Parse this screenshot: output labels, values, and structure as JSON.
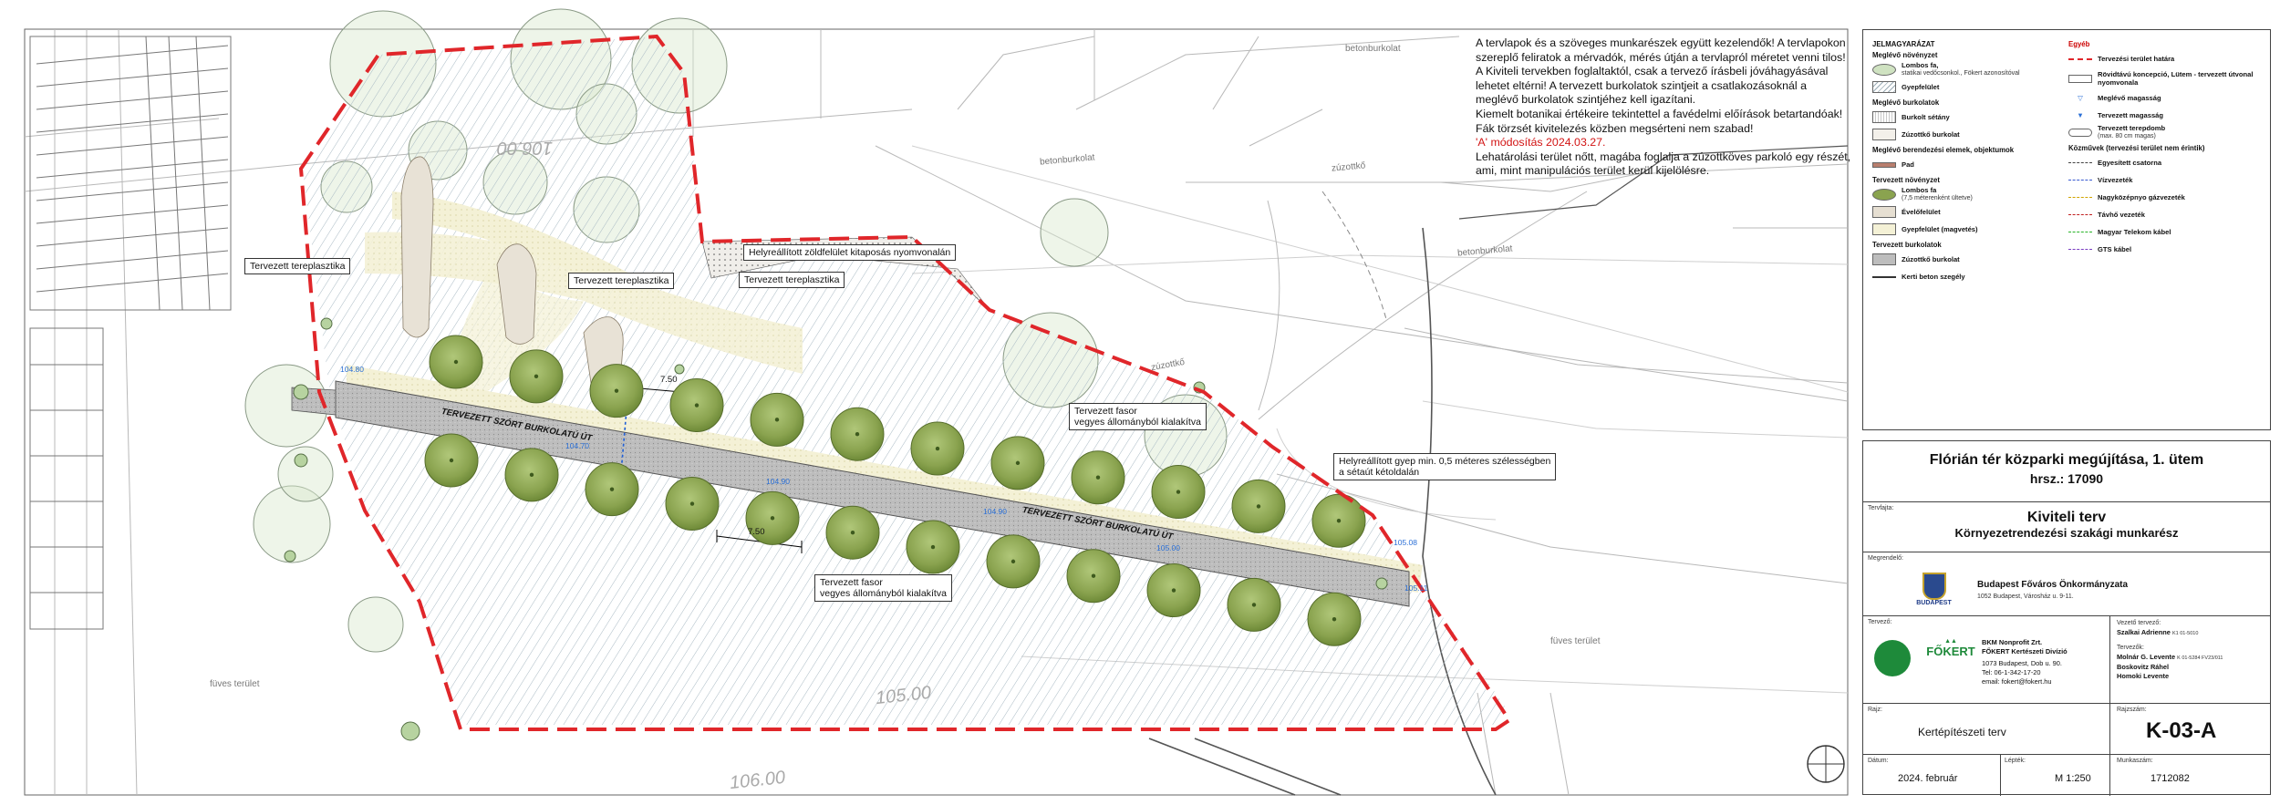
{
  "notes": {
    "para1": "A tervlapok és a szöveges munkarészek együtt kezelendők! A tervlapokon szereplő feliratok a mérvadók, mérés útján a tervlapról méretet venni tilos! A Kiviteli tervekben foglaltaktól, csak a tervező írásbeli jóváhagyásával lehetet eltérni! A tervezett burkolatok szintjeit a csatlakozásoknál a meglévő burkolatok szintjéhez kell igazítani.",
    "para2": "Kiemelt botanikai értékeire tekintettel a favédelmi előírások betartandóak! Fák törzsét kivitelezés közben megsérteni nem szabad!",
    "mod": "'A' módosítás 2024.03.27.",
    "para3": "Lehatárolási terület nőtt, magába foglalja a zúzottköves parkoló egy részét, ami, mint manipulációs terület kerül kijelölésre."
  },
  "map_labels": {
    "terep1": "Tervezett tereplasztika",
    "terep2": "Tervezett tereplasztika",
    "terep3": "Tervezett tereplasztika",
    "helyre1": "Helyreállított zöldfelület kitaposás nyomvonalán",
    "fasor1_a": "Tervezett fasor",
    "fasor1_b": "vegyes állományból kialakítva",
    "fasor2_a": "Tervezett fasor",
    "fasor2_b": "vegyes állományból kialakítva",
    "helyre2_a": "Helyreállított gyep min. 0,5 méteres szélességben",
    "helyre2_b": "a sétaút kétoldalán",
    "ut1": "TERVEZETT SZÓRT BURKOLATÚ ÚT",
    "ut2": "TERVEZETT SZÓRT BURKOLATÚ ÚT",
    "dim1": "7.50",
    "dim2": "7.50",
    "betonburkolat1": "betonburkolat",
    "betonburkolat2": "betonburkolat",
    "betonburkolat3": "betonburkolat",
    "zuzottko1": "zúzottkő",
    "zuzottko2": "zúzottkő",
    "fuves1": "füves terület",
    "fuves2": "füves terület",
    "contour1": "106.00",
    "contour2": "105.00",
    "contour3": "106.00",
    "lvl1": "104.80",
    "lvl2": "104.70",
    "lvl3": "104.90",
    "lvl4": "104.90",
    "lvl5": "105.00",
    "lvl6": "105.08",
    "lvl7": "105.11"
  },
  "legend": {
    "title": "JELMAGYARÁZAT",
    "h_meglevo_noveny": "Meglévő növényzet",
    "lombos_fa_meglevo": "Lombos fa,",
    "lombos_fa_meglevo_sub": "statikai vedőcsonkol., Fökert azonosítóval",
    "gyepfelulet": "Gyepfelület",
    "h_meglevo_burk": "Meglévő burkolatok",
    "burkolt_setany": "Burkolt sétány",
    "zuzottko_burk": "Zúzottkő burkolat",
    "h_meglevo_berend": "Meglévő berendezési elemek, objektumok",
    "pad": "Pad",
    "h_tervezett_noveny": "Tervezett növényzet",
    "lombos_fa_tervezett": "Lombos fa",
    "lombos_fa_tervezett_sub": "(7,5 méterenként ültetve)",
    "evelofelulet": "Évelőfelület",
    "gyepfelulet_magvetes": "Gyepfelület (magvetés)",
    "h_tervezett_burk": "Tervezett burkolatok",
    "zuzottko_burk2": "Zúzottkő burkolat",
    "kerti_beton": "Kerti beton szegély",
    "h_egyeb": "Egyéb",
    "tervezesi_hatar": "Tervezési terület határa",
    "rovidtavu": "Rövidtávú koncepció, Lütem - tervezett útvonal nyomvonala",
    "meglevo_magassag": "Meglévő magasság",
    "tervezett_magassag": "Tervezett magasság",
    "tervezett_terepdomb": "Tervezett terepdomb",
    "tervezett_terepdomb_sub": "(max. 80 cm magas)",
    "h_kozmuvek": "Közművek (tervezési terület nem érintik)",
    "egyesitett": "Egyesített csatorna",
    "vizvezetek": "Vízvezeték",
    "nagykozep": "Nagyközépnyo gázvezeték",
    "tavho": "Távhő vezeték",
    "telekom": "Magyar Telekom kábel",
    "gts": "GTS kábel"
  },
  "titleblock": {
    "project": "Flórián tér közparki megújítása, 1. ütem",
    "hrsz": "hrsz.:  17090",
    "tervfajta_lbl": "Tervfajta:",
    "tervfajta": "Kiviteli terv",
    "munkaresz": "Környezetrendezési szakági munkarész",
    "megrendelo_lbl": "Megrendelő:",
    "megrendelo": "Budapest Főváros Önkormányzata",
    "megrendelo_addr": "1052 Budapest, Városház u. 9-11.",
    "budapest_logo": "BUDAPEST",
    "tervezo_lbl": "Tervező:",
    "fokert_logo": "FŐKERT",
    "bkm": "BKM Nonprofit Zrt.",
    "fokert_div": "FŐKERT Kertészeti Divízió",
    "addr1": "1073 Budapest, Dob u. 90.",
    "tel": "Tel: 06-1-342-17-20",
    "email": "email: fokert@fokert.hu",
    "vezeto_lbl": "Vezető tervező:",
    "vezeto": "Szalkai Adrienne",
    "vezeto_no": "K1 01-5010",
    "tervezok_lbl": "Tervezők:",
    "tervezo1": "Molnár G. Levente",
    "tervezo1_no": "K 01-5284  FV23/011",
    "tervezo2": "Boskovitz Ráhel",
    "tervezo3": "Homoki Levente",
    "rajz_lbl": "Rajz:",
    "rajz": "Kertépítészeti terv",
    "rajzszam_lbl": "Rajzszám:",
    "rajzszam": "K-03-A",
    "datum_lbl": "Dátum:",
    "datum": "2024. február",
    "lepték_lbl": "Lépték:",
    "lepték": "M 1:250",
    "munkaszam_lbl": "Munkaszám:",
    "munkaszam": "1712082"
  },
  "colors": {
    "boundary": "#e0262a",
    "tree_planned": "#93aa58",
    "tree_existing": "#cfe2c1",
    "path": "#b9b9b9",
    "hatch": "#a8b8c2",
    "level_blue": "#2a6fd6"
  }
}
